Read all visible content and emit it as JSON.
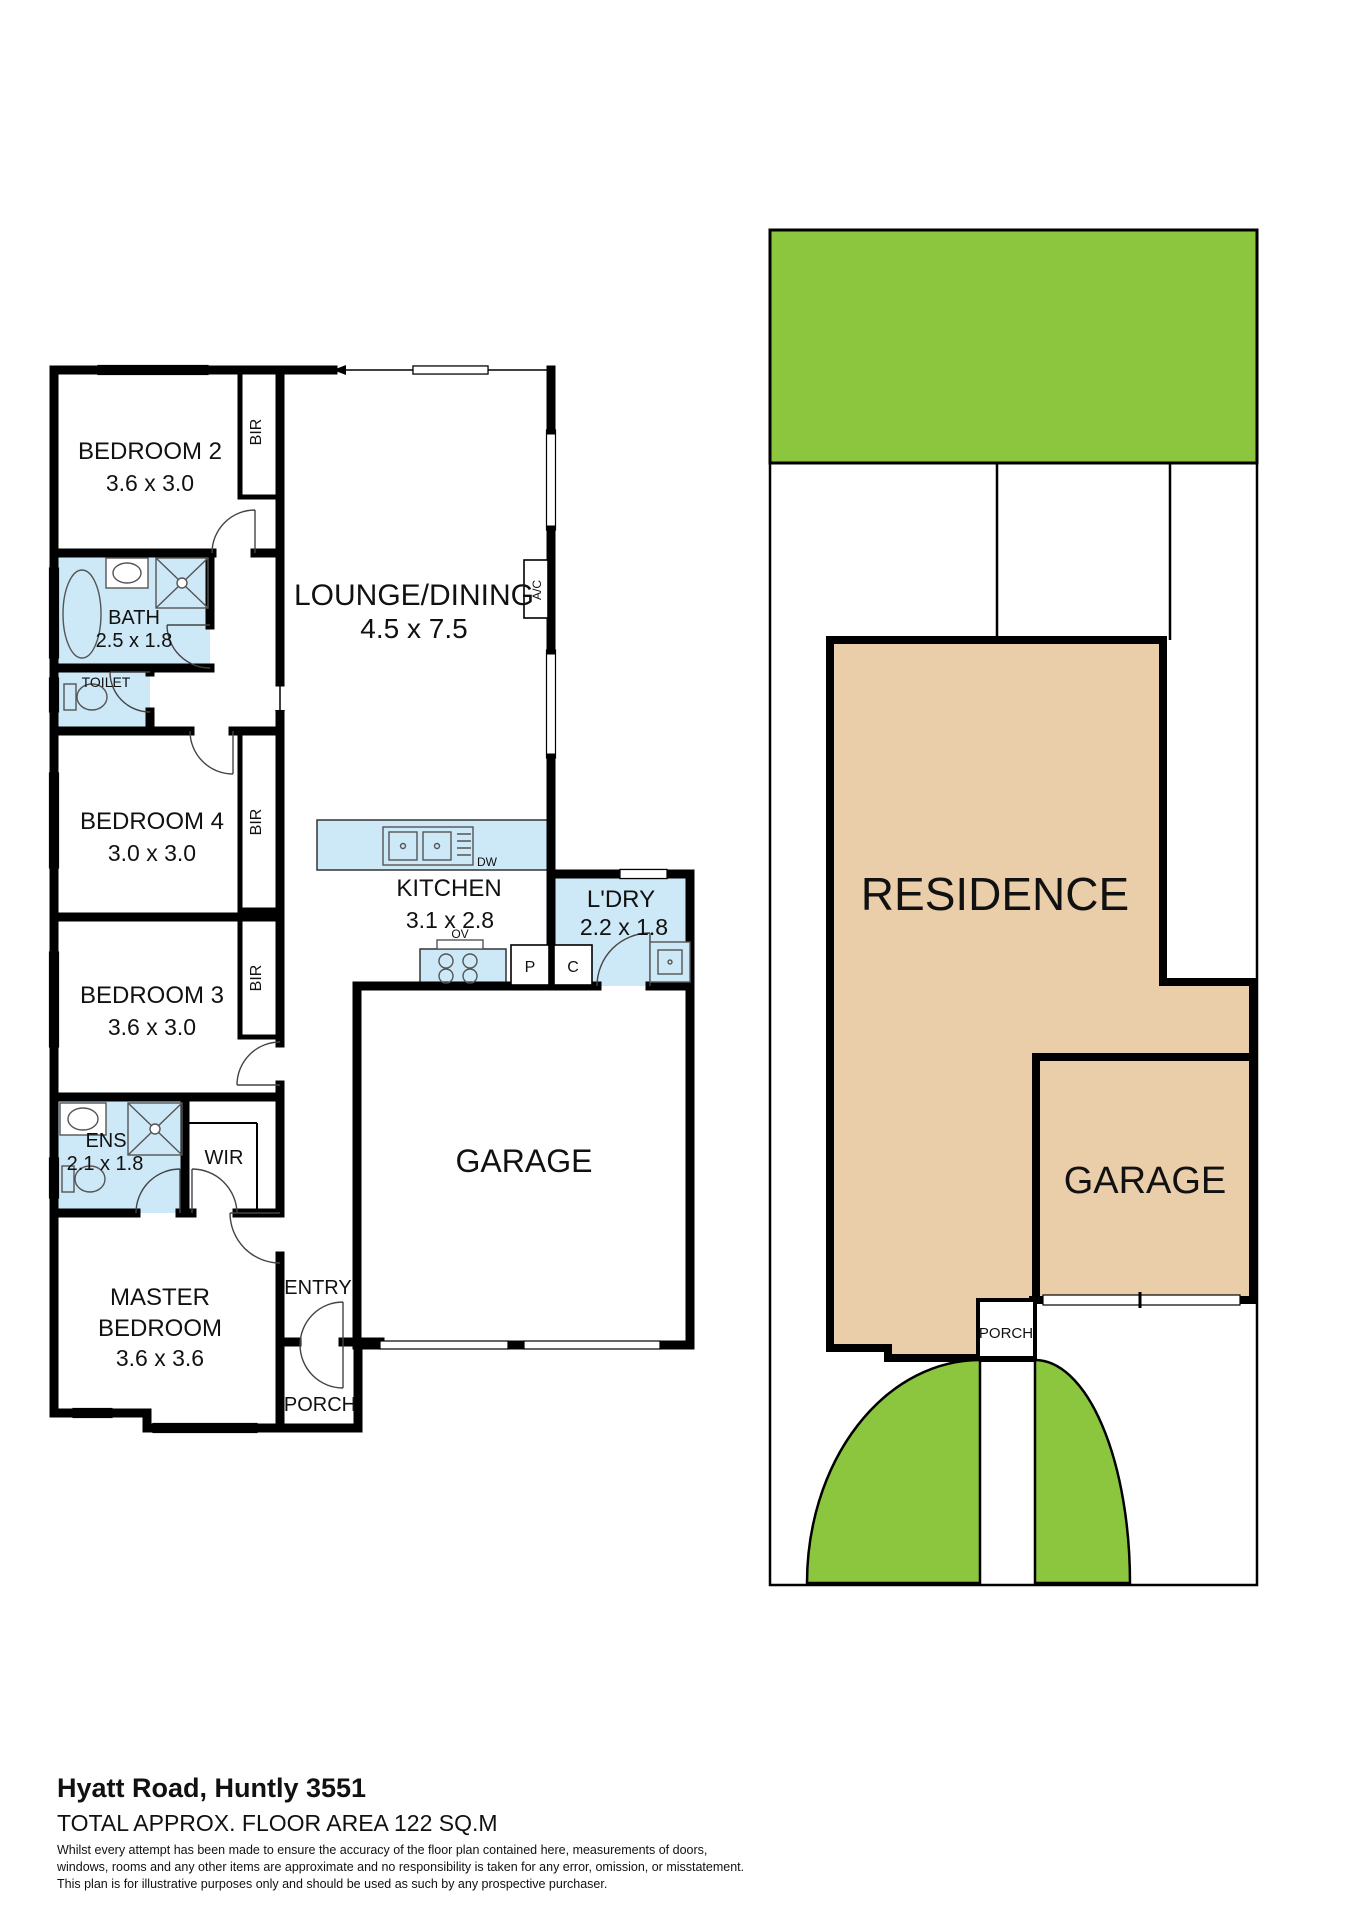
{
  "title": {
    "address": "Hyatt Road, Huntly 3551",
    "floor_area": "TOTAL APPROX. FLOOR AREA 122 SQ.M"
  },
  "disclaimer": [
    "Whilst every attempt has been made to ensure the accuracy of the floor plan contained here, measurements of doors,",
    "windows, rooms and any other items are approximate and no responsibility is taken for any error, omission, or misstatement.",
    "This plan is for illustrative purposes only and should be used as such by any prospective purchaser."
  ],
  "floor_plan": {
    "rooms": {
      "bedroom2": {
        "name": "BEDROOM 2",
        "dims": "3.6 x 3.0"
      },
      "bath": {
        "name": "BATH",
        "dims": "2.5 x 1.8"
      },
      "toilet": {
        "name": "TOILET"
      },
      "bedroom4": {
        "name": "BEDROOM 4",
        "dims": "3.0 x 3.0"
      },
      "bedroom3": {
        "name": "BEDROOM 3",
        "dims": "3.6 x 3.0"
      },
      "ens": {
        "name": "ENS",
        "dims": "2.1 x 1.8"
      },
      "wir": {
        "name": "WIR"
      },
      "master": {
        "line1": "MASTER",
        "line2": "BEDROOM",
        "dims": "3.6 x 3.6"
      },
      "lounge": {
        "name": "LOUNGE/DINING",
        "dims": "4.5 x 7.5"
      },
      "kitchen": {
        "name": "KITCHEN",
        "dims": "3.1 x 2.8"
      },
      "laundry": {
        "name": "L'DRY",
        "dims": "2.2 x 1.8"
      },
      "garage": {
        "name": "GARAGE"
      },
      "entry": {
        "name": "ENTRY"
      },
      "porch": {
        "name": "PORCH"
      }
    },
    "fittings": {
      "bir": "BIR",
      "dishwasher": "DW",
      "oven": "OV",
      "pantry": "P",
      "cupboard": "C",
      "air_conditioner": "A/C"
    }
  },
  "site_plan": {
    "residence": "RESIDENCE",
    "garage": "GARAGE",
    "porch": "PORCH"
  },
  "colors": {
    "wet_area": "#CDE8F6",
    "grass": "#8CC63F",
    "residence_fill": "#EACDA9",
    "wall": "#000000"
  }
}
